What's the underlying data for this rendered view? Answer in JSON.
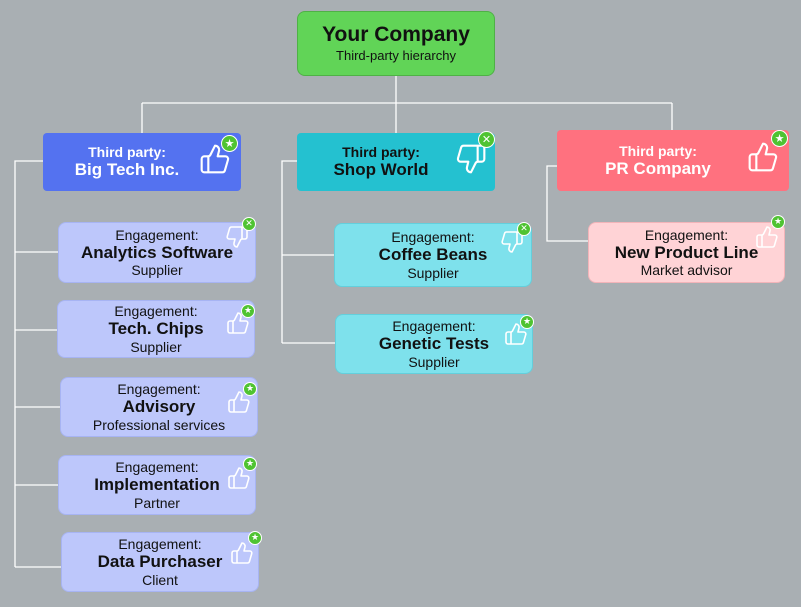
{
  "root": {
    "title": "Your Company",
    "subtitle": "Third-party hierarchy"
  },
  "parties": [
    {
      "label": "Third party:",
      "name": "Big Tech Inc.",
      "status": "approved",
      "badge": "★",
      "engagements": [
        {
          "label": "Engagement:",
          "name": "Analytics Software",
          "role": "Supplier",
          "status": "rejected",
          "badge": "✕"
        },
        {
          "label": "Engagement:",
          "name": "Tech. Chips",
          "role": "Supplier",
          "status": "approved",
          "badge": "★"
        },
        {
          "label": "Engagement:",
          "name": "Advisory",
          "role": "Professional services",
          "status": "approved",
          "badge": "★"
        },
        {
          "label": "Engagement:",
          "name": "Implementation",
          "role": "Partner",
          "status": "approved",
          "badge": "★"
        },
        {
          "label": "Engagement:",
          "name": "Data Purchaser",
          "role": "Client",
          "status": "approved",
          "badge": "★"
        }
      ]
    },
    {
      "label": "Third party:",
      "name": "Shop World",
      "status": "rejected",
      "badge": "✕",
      "engagements": [
        {
          "label": "Engagement:",
          "name": "Coffee Beans",
          "role": "Supplier",
          "status": "rejected",
          "badge": "✕"
        },
        {
          "label": "Engagement:",
          "name": "Genetic Tests",
          "role": "Supplier",
          "status": "approved",
          "badge": "★"
        }
      ]
    },
    {
      "label": "Third party:",
      "name": "PR Company",
      "status": "approved",
      "badge": "★",
      "engagements": [
        {
          "label": "Engagement:",
          "name": "New Product Line",
          "role": "Market advisor",
          "status": "approved",
          "badge": "★"
        }
      ]
    }
  ],
  "colors": {
    "root": "#61d457",
    "big_tech": "#5472f0",
    "shop_world": "#24c1d0",
    "pr_company": "#ff717f",
    "approved_badge": "#4fc332"
  },
  "icons": {
    "approved": "thumbs-up-icon",
    "rejected": "thumbs-down-icon"
  }
}
